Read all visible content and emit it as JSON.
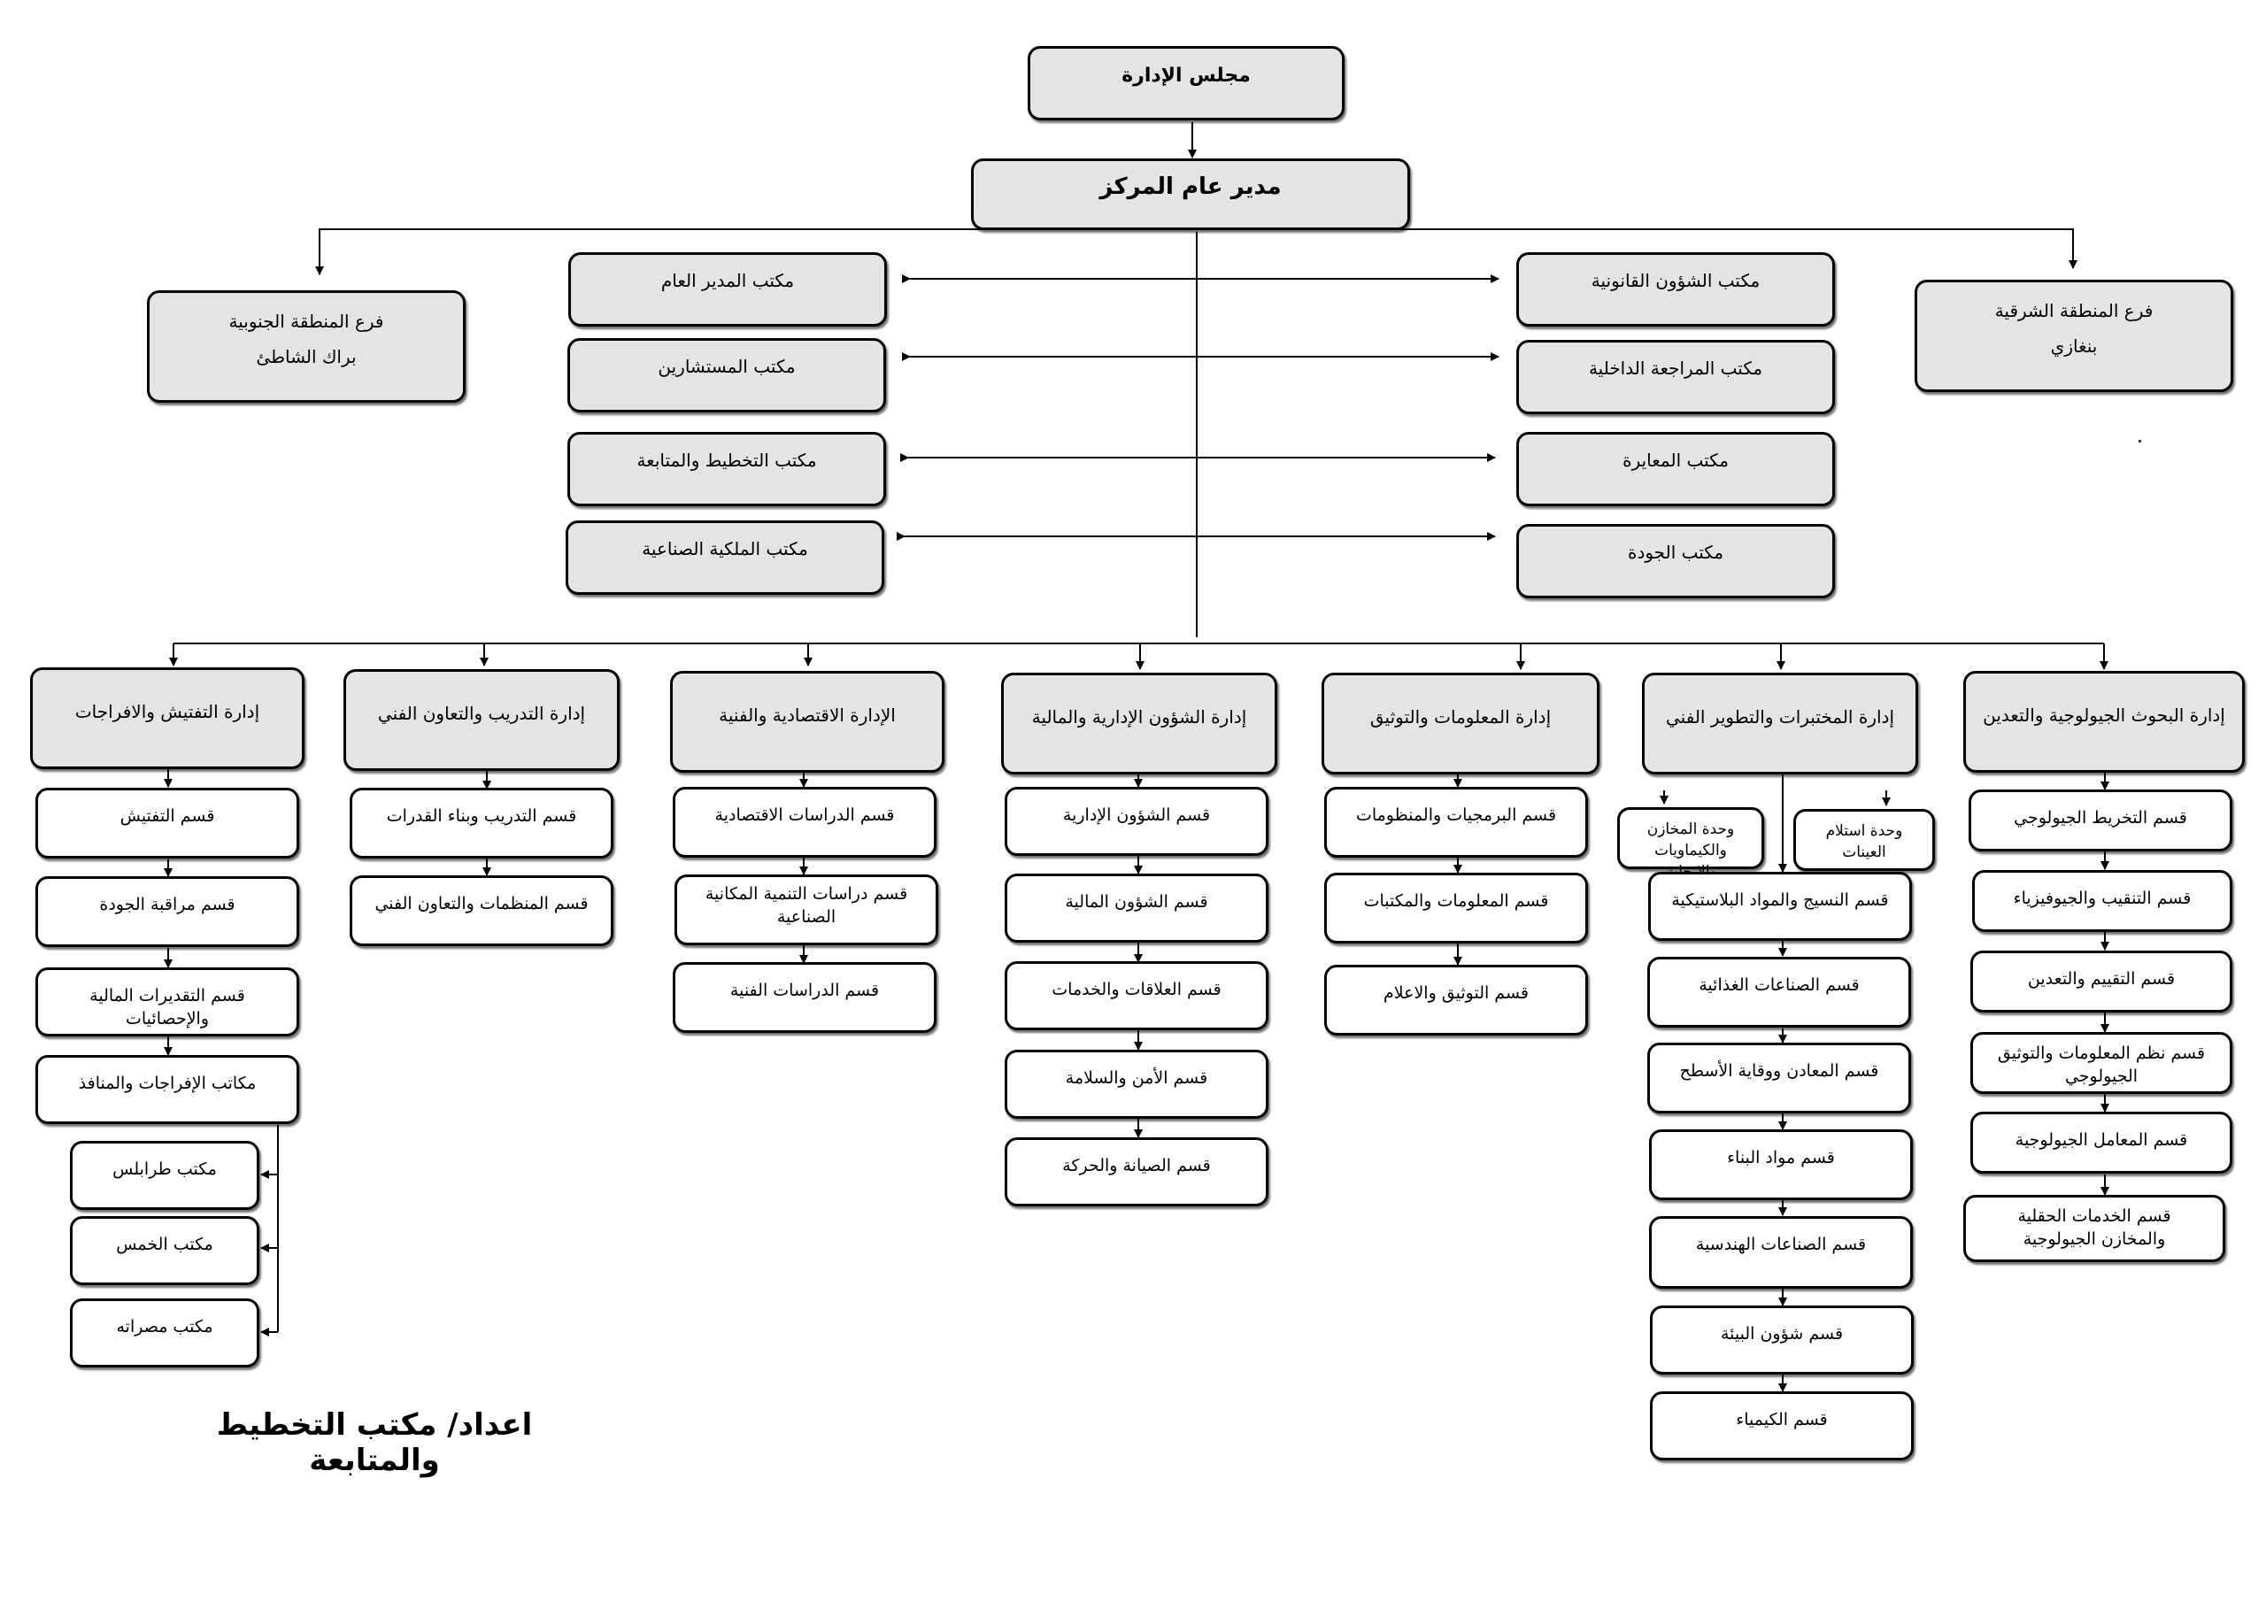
{
  "board": "مجلس الإدارة",
  "general_manager": "مدير عام المركز",
  "branches": {
    "south": {
      "title": "فرع المنطقة الجنوبية",
      "city": "براك الشاطئ"
    },
    "east": {
      "title": "فرع المنطقة الشرقية",
      "city": "بنغازي"
    }
  },
  "offices_left": [
    "مكتب المدير العام",
    "مكتب المستشارين",
    "مكتب التخطيط والمتابعة",
    "مكتب الملكية الصناعية"
  ],
  "offices_right": [
    "مكتب الشؤون القانونية",
    "مكتب المراجعة الداخلية",
    "مكتب المعايرة",
    "مكتب الجودة"
  ],
  "departments": [
    {
      "title": "إدارة البحوث الجيولوجية والتعدين",
      "sections": [
        "قسم التخريط الجيولوجي",
        "قسم التنقيب والجيوفيزياء",
        "قسم التقييم والتعدين",
        "قسم نظم المعلومات والتوثيق\nالجيولوجي",
        "قسم المعامل الجيولوجية",
        "قسم الخدمات الحقلية\nوالمخازن الجيولوجية"
      ]
    },
    {
      "title": "إدارة المختبرات والتطوير الفني",
      "units": [
        "وحدة استلام\nالعينات",
        "وحدة المخازن\nوالكيماويات والابحاث"
      ],
      "sections": [
        "قسم النسيج والمواد البلاستيكية",
        "قسم الصناعات الغذائية",
        "قسم المعادن ووقاية الأسطح",
        "قسم مواد البناء",
        "قسم الصناعات الهندسية",
        "قسم شؤون البيئة",
        "قسم الكيمياء"
      ]
    },
    {
      "title": "إدارة المعلومات والتوثيق",
      "sections": [
        "قسم البرمجيات والمنظومات",
        "قسم المعلومات والمكتبات",
        "قسم التوثيق والاعلام"
      ]
    },
    {
      "title": "إدارة الشؤون الإدارية والمالية",
      "sections": [
        "قسم الشؤون الإدارية",
        "قسم الشؤون المالية",
        "قسم العلاقات والخدمات",
        "قسم الأمن والسلامة",
        "قسم الصيانة والحركة"
      ]
    },
    {
      "title": "الإدارة الاقتصادية والفنية",
      "sections": [
        "قسم الدراسات الاقتصادية",
        "قسم دراسات التنمية المكانية\nالصناعية",
        "قسم الدراسات الفنية"
      ]
    },
    {
      "title": "إدارة التدريب والتعاون الفني",
      "sections": [
        "قسم التدريب وبناء القدرات",
        "قسم المنظمات والتعاون الفني"
      ]
    },
    {
      "title": "إدارة التفتيش والافراجات",
      "sections": [
        "قسم التفتيش",
        "قسم مراقبة الجودة",
        "قسم التقديرات المالية والإحصائيات",
        "مكاتب الإفراجات والمنافذ"
      ],
      "ports": [
        "مكتب طرابلس",
        "مكتب الخمس",
        "مكتب مصراته"
      ]
    }
  ],
  "footer": "اعداد/ مكتب التخطيط والمتابعة"
}
